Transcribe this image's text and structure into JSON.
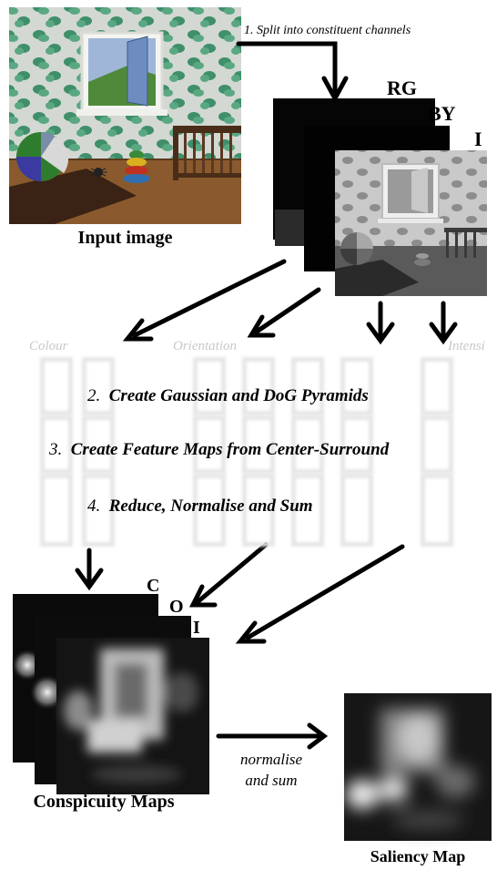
{
  "input": {
    "caption": "Input image"
  },
  "step1": {
    "label": "1. Split into constituent channels"
  },
  "channels": [
    "RG",
    "BY",
    "I"
  ],
  "pyramid_headers": {
    "colour": "Colour",
    "orientation": "Orientation",
    "intensity": "Intensi"
  },
  "steps": [
    {
      "number": "2.",
      "text": "Create Gaussian and DoG Pyramids"
    },
    {
      "number": "3.",
      "text": "Create Feature Maps from Center-Surround"
    },
    {
      "number": "4.",
      "text": "Reduce, Normalise and Sum"
    }
  ],
  "conspicuity": {
    "letters": [
      "C",
      "O",
      "I"
    ],
    "caption": "Conspicuity Maps"
  },
  "combine": {
    "line1": "normalise",
    "line2": "and sum"
  },
  "saliency": {
    "caption": "Saliency Map"
  },
  "colors": {
    "wall": "#cfd4cf",
    "leaf": "#3f8f6a",
    "floor": "#8a5a2e",
    "pyramid": "#e6e6e6"
  }
}
